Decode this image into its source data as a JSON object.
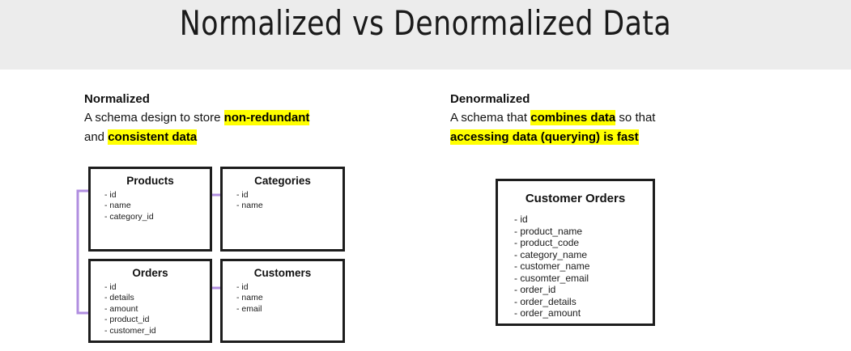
{
  "slide": {
    "title": "Normalized vs Denormalized Data",
    "header_bg": "#ececec",
    "body_bg": "#ffffff",
    "highlight_color": "#ffff00",
    "connector_color": "#b08ee0",
    "box_border_color": "#1d1d1d"
  },
  "columns": {
    "left": {
      "heading": "Normalized",
      "desc_part1": "A schema design to store ",
      "desc_highlight1": "non-redundant",
      "desc_part2": "and ",
      "desc_highlight2": "consistent data"
    },
    "right": {
      "heading": "Denormalized",
      "desc_part1": "A schema that ",
      "desc_highlight1": "combines data",
      "desc_part2": " so that",
      "desc_highlight2": "accessing data (querying) is fast"
    }
  },
  "normalized_schema": {
    "tables": [
      {
        "name": "Products",
        "fields": [
          "- id",
          "- name",
          "- category_id"
        ]
      },
      {
        "name": "Categories",
        "fields": [
          "- id",
          "- name"
        ]
      },
      {
        "name": "Orders",
        "fields": [
          "- id",
          "- details",
          "- amount",
          "- product_id",
          "- customer_id"
        ]
      },
      {
        "name": "Customers",
        "fields": [
          "- id",
          "- name",
          "- email"
        ]
      }
    ],
    "relationships": [
      "Products.id -> Orders.product_id",
      "Products.category_id -> Categories.id",
      "Orders.customer_id -> Customers.id"
    ]
  },
  "denormalized_schema": {
    "tables": [
      {
        "name": "Customer Orders",
        "fields": [
          "- id",
          "- product_name",
          "- product_code",
          "- category_name",
          "- customer_name",
          "- cusomter_email",
          "- order_id",
          "- order_details",
          "- order_amount"
        ]
      }
    ]
  }
}
